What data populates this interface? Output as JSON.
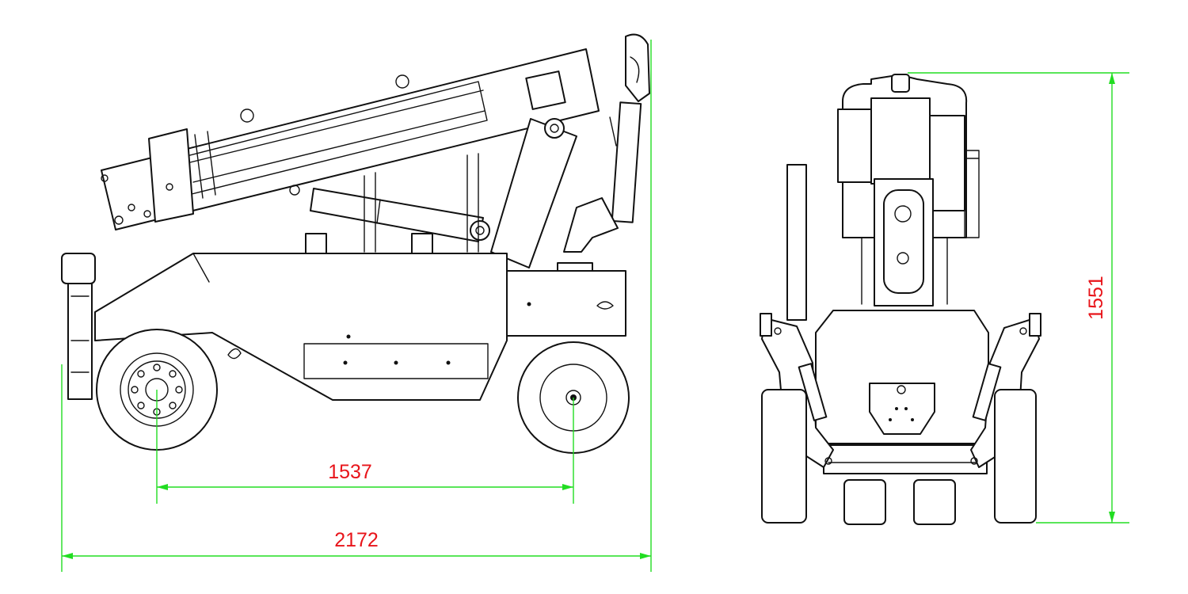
{
  "dimensions": {
    "wheelbase": "1537",
    "overall_length": "2172",
    "overall_height": "1551"
  },
  "colors": {
    "dimension_line": "#22dd22",
    "dimension_text": "#e8141a",
    "drawing_line": "#111111",
    "background": "#ffffff"
  }
}
